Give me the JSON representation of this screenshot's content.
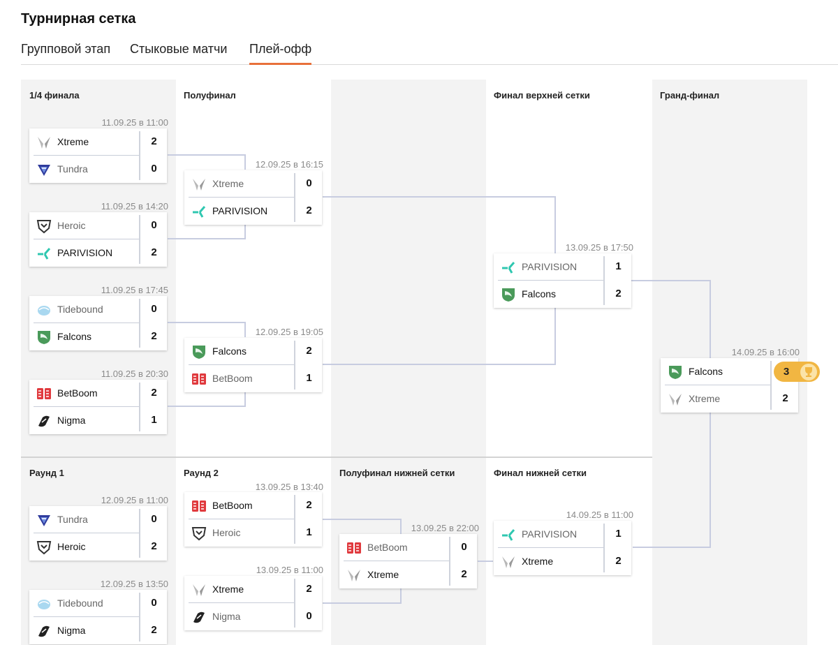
{
  "page_title": "Турнирная сетка",
  "tabs": [
    {
      "label": "Групповой этап"
    },
    {
      "label": "Стыковые матчи"
    },
    {
      "label": "Плей-офф"
    }
  ],
  "columns": {
    "quarter": "1/4 финала",
    "semi": "Полуфинал",
    "upper_final": "Финал верхней сетки",
    "grand_final": "Гранд-финал",
    "round1": "Раунд 1",
    "round2": "Раунд 2",
    "lower_semi": "Полуфинал нижней сетки",
    "lower_final": "Финал нижней сетки"
  },
  "matches": {
    "qf1": {
      "date": "11.09.25 в 11:00",
      "t1": {
        "name": "Xtreme",
        "score": "2"
      },
      "t2": {
        "name": "Tundra",
        "score": "0"
      }
    },
    "qf2": {
      "date": "11.09.25 в 14:20",
      "t1": {
        "name": "Heroic",
        "score": "0"
      },
      "t2": {
        "name": "PARIVISION",
        "score": "2"
      }
    },
    "qf3": {
      "date": "11.09.25 в 17:45",
      "t1": {
        "name": "Tidebound",
        "score": "0"
      },
      "t2": {
        "name": "Falcons",
        "score": "2"
      }
    },
    "qf4": {
      "date": "11.09.25 в 20:30",
      "t1": {
        "name": "BetBoom",
        "score": "2"
      },
      "t2": {
        "name": "Nigma",
        "score": "1"
      }
    },
    "sf1": {
      "date": "12.09.25 в 16:15",
      "t1": {
        "name": "Xtreme",
        "score": "0"
      },
      "t2": {
        "name": "PARIVISION",
        "score": "2"
      }
    },
    "sf2": {
      "date": "12.09.25 в 19:05",
      "t1": {
        "name": "Falcons",
        "score": "2"
      },
      "t2": {
        "name": "BetBoom",
        "score": "1"
      }
    },
    "uf": {
      "date": "13.09.25 в 17:50",
      "t1": {
        "name": "PARIVISION",
        "score": "1"
      },
      "t2": {
        "name": "Falcons",
        "score": "2"
      }
    },
    "gf": {
      "date": "14.09.25 в 16:00",
      "t1": {
        "name": "Falcons",
        "score": "3"
      },
      "t2": {
        "name": "Xtreme",
        "score": "2"
      }
    },
    "r1a": {
      "date": "12.09.25 в 11:00",
      "t1": {
        "name": "Tundra",
        "score": "0"
      },
      "t2": {
        "name": "Heroic",
        "score": "2"
      }
    },
    "r1b": {
      "date": "12.09.25 в 13:50",
      "t1": {
        "name": "Tidebound",
        "score": "0"
      },
      "t2": {
        "name": "Nigma",
        "score": "2"
      }
    },
    "r2a": {
      "date": "13.09.25 в 13:40",
      "t1": {
        "name": "BetBoom",
        "score": "2"
      },
      "t2": {
        "name": "Heroic",
        "score": "1"
      }
    },
    "r2b": {
      "date": "13.09.25 в 11:00",
      "t1": {
        "name": "Xtreme",
        "score": "2"
      },
      "t2": {
        "name": "Nigma",
        "score": "0"
      }
    },
    "ls": {
      "date": "13.09.25 в 22:00",
      "t1": {
        "name": "BetBoom",
        "score": "0"
      },
      "t2": {
        "name": "Xtreme",
        "score": "2"
      }
    },
    "lf": {
      "date": "14.09.25 в 11:00",
      "t1": {
        "name": "PARIVISION",
        "score": "1"
      },
      "t2": {
        "name": "Xtreme",
        "score": "2"
      }
    }
  },
  "icons": {
    "trophy": "trophy-icon"
  },
  "colors": {
    "accent": "#e8703a",
    "winner_badge": "#f1b642",
    "connector": "#c7cce0",
    "column_gray": "#f3f3f3"
  }
}
